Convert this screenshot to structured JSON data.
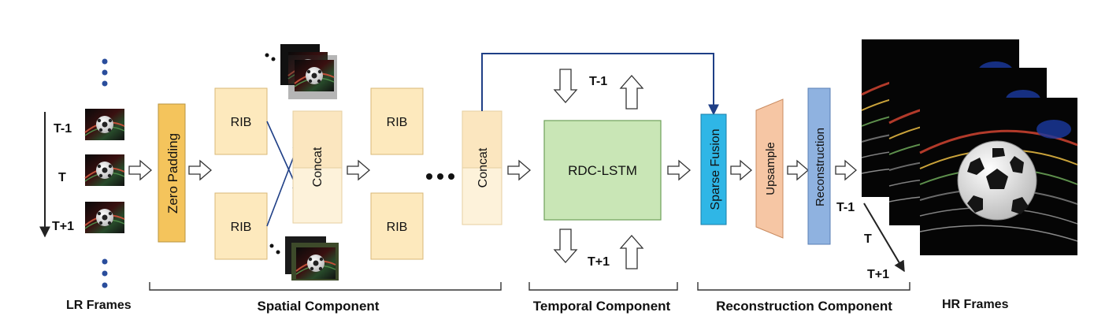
{
  "frames_in": {
    "t_minus": "T-1",
    "t": "T",
    "t_plus": "T+1"
  },
  "blocks": {
    "zero_padding": "Zero Padding",
    "rib": "RIB",
    "concat": "Concat",
    "rdc_lstm": "RDC-LSTM",
    "sparse_fusion": "Sparse Fusion",
    "upsample": "Upsample",
    "reconstruction": "Reconstruction"
  },
  "temporal": {
    "t_minus": "T-1",
    "t_plus": "T+1"
  },
  "frames_out": {
    "t_minus": "T-1",
    "t": "T",
    "t_plus": "T+1"
  },
  "sections": {
    "lr_frames": "LR Frames",
    "spatial": "Spatial Component",
    "temporal": "Temporal Component",
    "reconstruction": "Reconstruction Component",
    "hr_frames": "HR Frames"
  },
  "colors": {
    "padding": "#f4c45c",
    "rib": "#fde9bd",
    "concat_top": "#fbe6bf",
    "concat_bottom": "#fdf2da",
    "rdc_lstm": "#c9e6b6",
    "sparse_fusion": "#2fb6e6",
    "upsample": "#f6c6a4",
    "reconstruction": "#8fb2e0",
    "connector": "#1f3f86"
  }
}
